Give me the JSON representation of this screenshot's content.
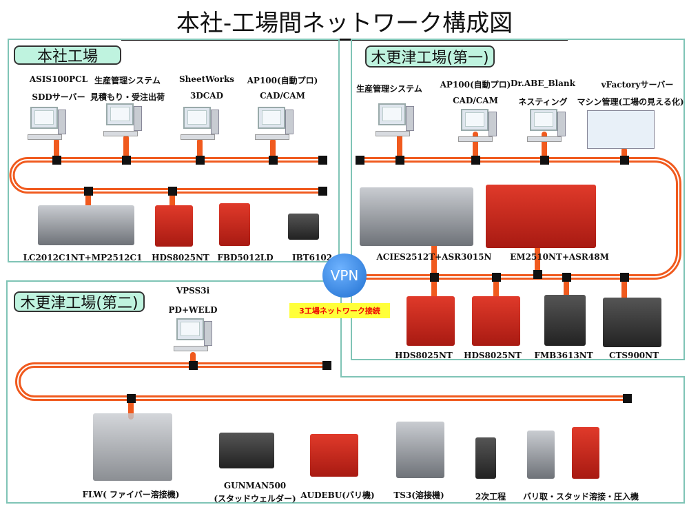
{
  "title": "本社-工場間ネットワーク構成図",
  "vpn": "VPN",
  "network_note": "3工場ネットワーク接続",
  "colors": {
    "border": "#7fc4b6",
    "header_bg": "#bff3df",
    "cable": "#f05a1e",
    "vpn": "#1f6fd0",
    "note_bg": "#ffff3a",
    "note_text": "#e00000"
  },
  "honsha": {
    "title": "本社工場",
    "top": [
      [
        "ASIS100PCL",
        "SDDサーバー"
      ],
      [
        "生産管理システム",
        "見積もり・受注出荷"
      ],
      [
        "SheetWorks",
        "3DCAD"
      ],
      [
        "AP100(自動プロ)",
        "CAD/CAM"
      ]
    ],
    "machines": [
      "LC2012C1NT+MP2512C1",
      "HDS8025NT",
      "FBD5012LD",
      "IBT6102"
    ]
  },
  "kisarazu1": {
    "title": "木更津工場(第一)",
    "top": [
      [
        "生産管理システム"
      ],
      [
        "AP100(自動プロ)",
        "CAD/CAM"
      ],
      [
        "Dr.ABE_Blank",
        "ネスティング"
      ],
      [
        "vFactoryサーバー",
        "マシン管理(工場の見える化)"
      ]
    ],
    "machines_mid": [
      "ACIES2512T+ASR3015N",
      "EM2510NT+ASR48M"
    ],
    "machines_bottom": [
      "HDS8025NT",
      "HDS8025NT",
      "FMB3613NT",
      "CTS900NT"
    ]
  },
  "kisarazu2": {
    "title": "木更津工場(第二)",
    "top": [
      "VPSS3i",
      "PD+WELD"
    ],
    "machines": [
      "FLW( ファイバー溶接機)",
      "GUNMAN500",
      "(スタッドウェルダー)",
      "AUDEBU(バリ機)",
      "TS3(溶接機)",
      "2次工程",
      "バリ取・スタッド溶接・圧入機"
    ]
  }
}
